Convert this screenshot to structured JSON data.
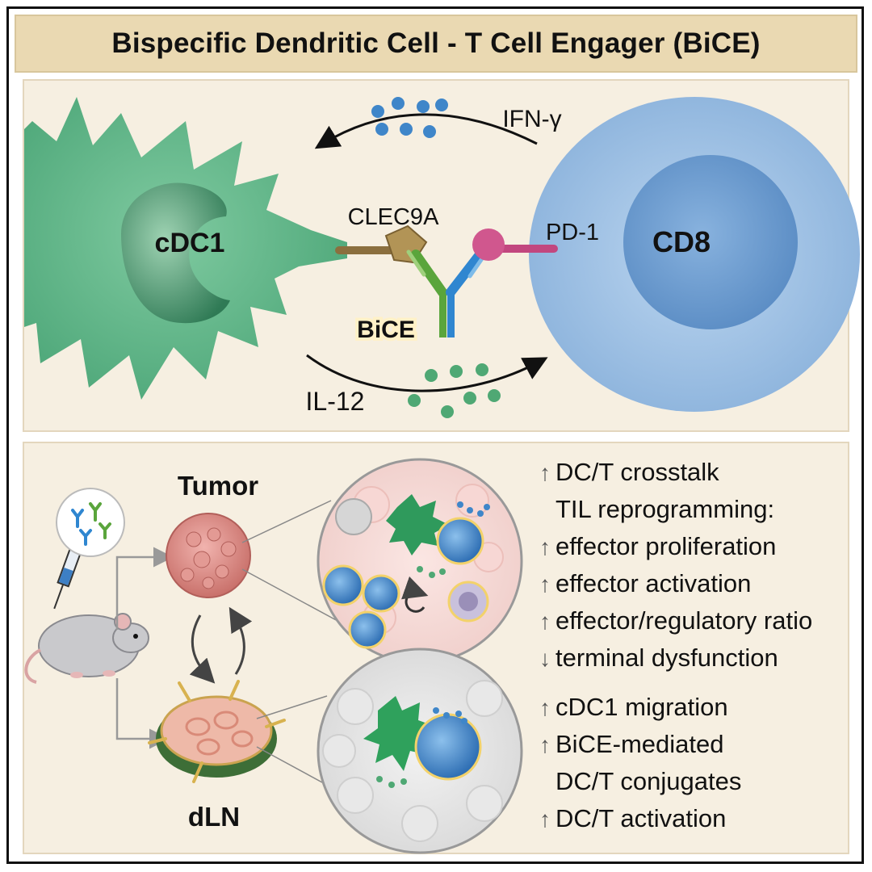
{
  "title": "Bispecific Dendritic Cell - T Cell Engager (BiCE)",
  "top_panel": {
    "cdc1_label": "cDC1",
    "cd8_label": "CD8",
    "clec9a_label": "CLEC9A",
    "pd1_label": "PD-1",
    "bice_label": "BiCE",
    "ifng_label": "IFN-γ",
    "il12_label": "IL-12"
  },
  "bottom_panel": {
    "tumor_label": "Tumor",
    "dln_label": "dLN",
    "tumor_effects": [
      {
        "arrow": "↑",
        "text": "DC/T crosstalk"
      },
      {
        "arrow": "",
        "text": "TIL reprogramming:"
      },
      {
        "arrow": "↑",
        "text": "effector proliferation"
      },
      {
        "arrow": "↑",
        "text": "effector activation"
      },
      {
        "arrow": "↑",
        "text": "effector/regulatory ratio"
      },
      {
        "arrow": "↓",
        "text": "terminal dysfunction"
      }
    ],
    "dln_effects": [
      {
        "arrow": "↑",
        "text": "cDC1 migration"
      },
      {
        "arrow": "↑",
        "text": "BiCE-mediated"
      },
      {
        "arrow": "",
        "text": "DC/T conjugates"
      },
      {
        "arrow": "↑",
        "text": "DC/T activation"
      }
    ]
  },
  "colors": {
    "title_bg": "#ead9b2",
    "panel_bg": "#f6efe1",
    "dc_green": "#5bb587",
    "tcell_blue": "#8fb8e0",
    "pd1_magenta": "#c2477f",
    "clec9a_brown": "#a88b4f"
  }
}
